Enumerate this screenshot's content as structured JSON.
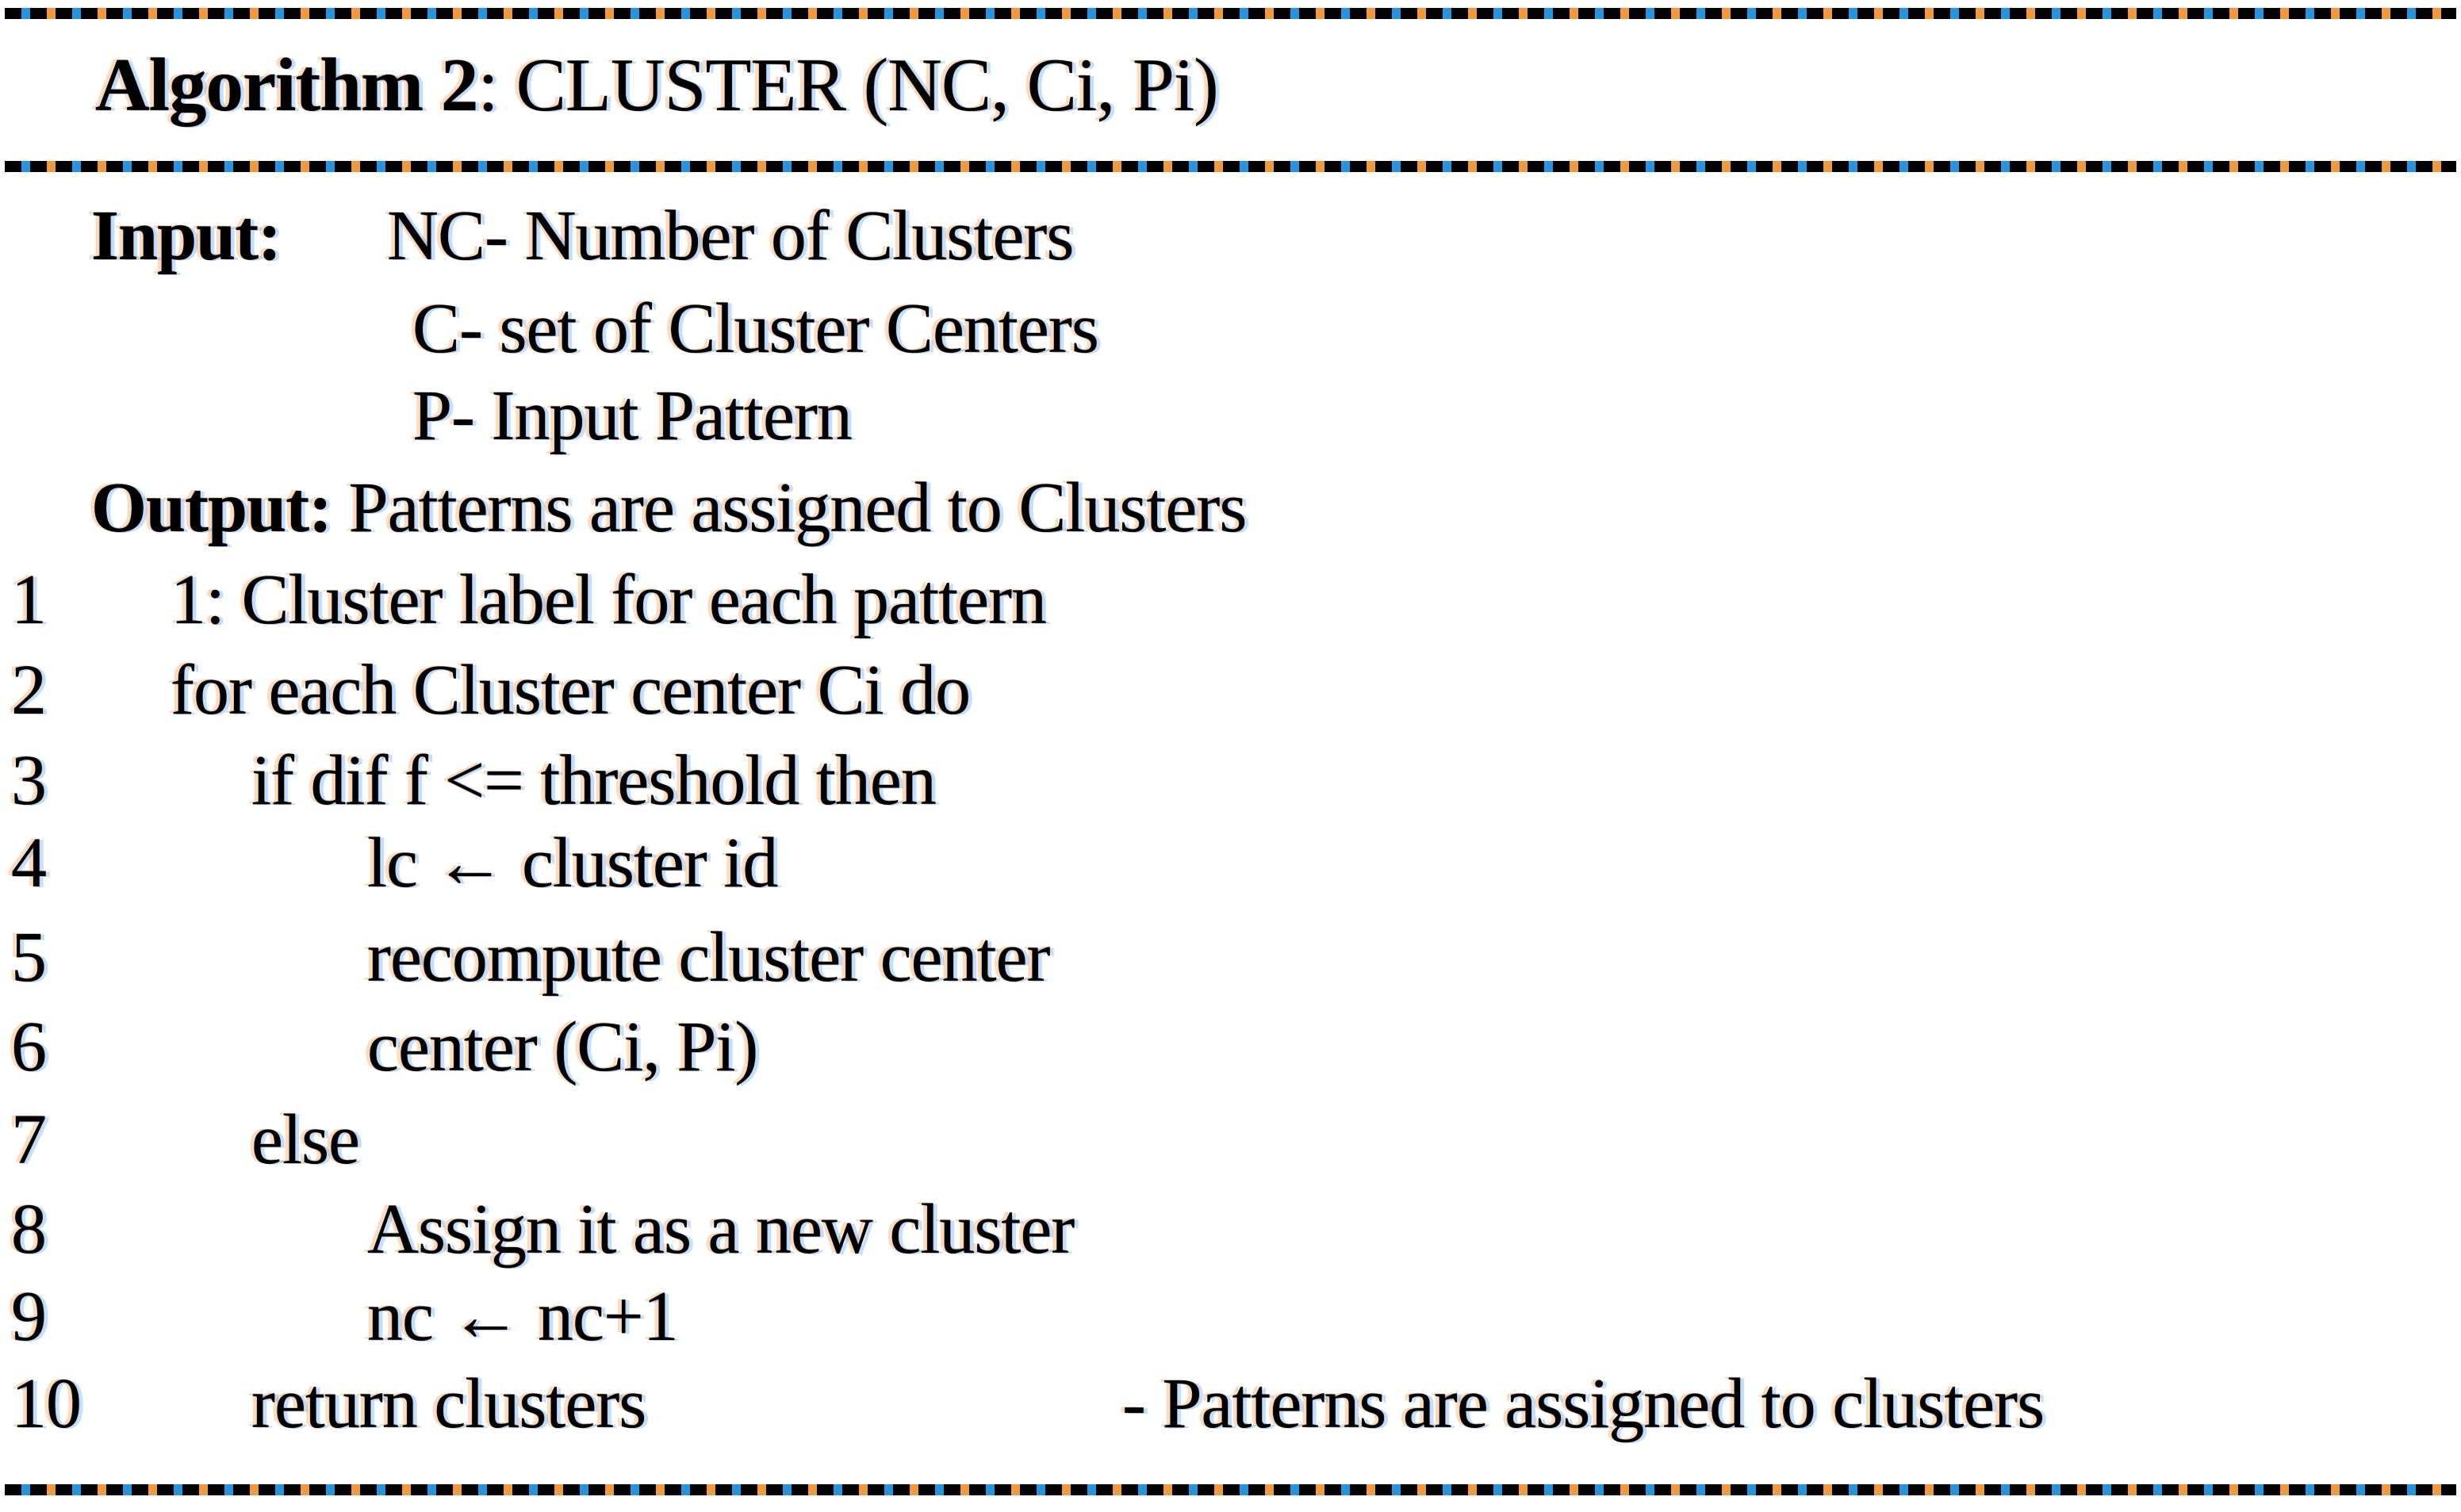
{
  "title": {
    "bold": "Algorithm 2",
    "rest": ": CLUSTER (NC, Ci, Pi)"
  },
  "io": {
    "input_label": "Input:",
    "input_items": [
      "NC- Number of Clusters",
      "C- set of Cluster Centers",
      "P- Input Pattern"
    ],
    "output_label": "Output:",
    "output_text": "Patterns are assigned to Clusters"
  },
  "code": {
    "lines": [
      {
        "num": "1",
        "text": "1: Cluster label for each pattern",
        "indent": 1
      },
      {
        "num": "2",
        "text": "for each Cluster center Ci do",
        "indent": 1
      },
      {
        "num": "3",
        "text": "if dif f <= threshold then",
        "indent": 2
      },
      {
        "num": "4",
        "text": "lc ← cluster id",
        "indent": 3
      },
      {
        "num": "5",
        "text": "recompute cluster center",
        "indent": 3
      },
      {
        "num": "6",
        "text": "center (Ci, Pi)",
        "indent": 3
      },
      {
        "num": "7",
        "text": "else",
        "indent": 2
      },
      {
        "num": "8",
        "text": "Assign it as a new cluster",
        "indent": 3
      },
      {
        "num": "9",
        "text": "nc ← nc+1",
        "indent": 3
      },
      {
        "num": "10",
        "text": "return clusters",
        "indent": 2,
        "note": "- Patterns are assigned to clusters"
      }
    ]
  },
  "colors": {
    "text": "#000000",
    "background": "#ffffff",
    "rule_dash": "#000000",
    "rule_gap_blue": "#2a93dd",
    "rule_gap_orange": "#ef9a40"
  }
}
